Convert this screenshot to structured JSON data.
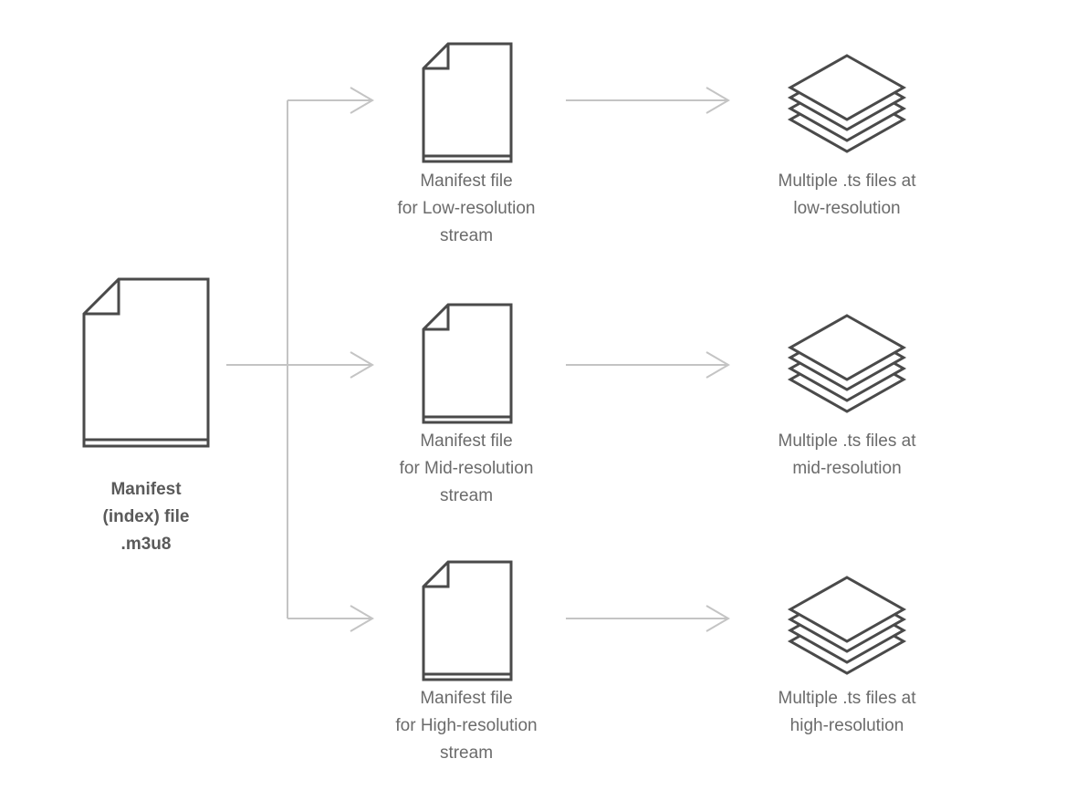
{
  "diagram": {
    "title": "HLS adaptive streaming manifest structure",
    "colors": {
      "icon_stroke": "#4a4a4a",
      "arrow_stroke": "#c4c4c4",
      "label_text": "#6b6b6b",
      "root_label_text": "#5a5a5a"
    },
    "root": {
      "icon": "document-icon",
      "label_lines": [
        "Manifest",
        "(index) file",
        ".m3u8"
      ]
    },
    "streams": [
      {
        "id": "low",
        "manifest": {
          "icon": "document-icon",
          "label_lines": [
            "Manifest file",
            "for Low-resolution",
            "stream"
          ]
        },
        "segments": {
          "icon": "stacked-layers-icon",
          "label_lines": [
            "Multiple .ts files at",
            "low-resolution"
          ]
        }
      },
      {
        "id": "mid",
        "manifest": {
          "icon": "document-icon",
          "label_lines": [
            "Manifest file",
            "for Mid-resolution",
            "stream"
          ]
        },
        "segments": {
          "icon": "stacked-layers-icon",
          "label_lines": [
            "Multiple .ts files at",
            "mid-resolution"
          ]
        }
      },
      {
        "id": "high",
        "manifest": {
          "icon": "document-icon",
          "label_lines": [
            "Manifest file",
            "for High-resolution",
            "stream"
          ]
        },
        "segments": {
          "icon": "stacked-layers-icon",
          "label_lines": [
            "Multiple .ts files at",
            "high-resolution"
          ]
        }
      }
    ],
    "edges": [
      {
        "from": "root",
        "to": "low-manifest"
      },
      {
        "from": "root",
        "to": "mid-manifest"
      },
      {
        "from": "root",
        "to": "high-manifest"
      },
      {
        "from": "low-manifest",
        "to": "low-segments"
      },
      {
        "from": "mid-manifest",
        "to": "mid-segments"
      },
      {
        "from": "high-manifest",
        "to": "high-segments"
      }
    ]
  }
}
